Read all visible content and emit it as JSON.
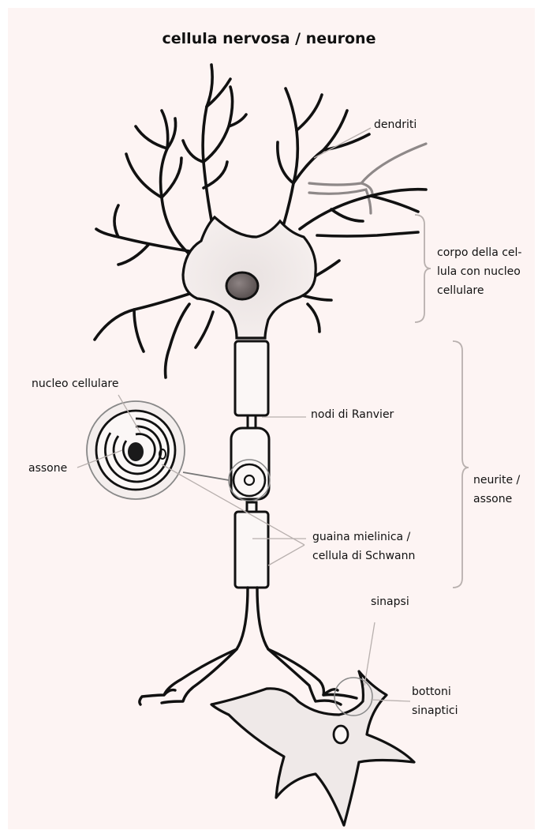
{
  "title": "cellula nervosa / neurone",
  "labels": {
    "dendriti": "dendriti",
    "corpo": [
      "corpo della cel-",
      "lula con nucleo",
      "cellulare"
    ],
    "nucleo_cellulare": "nucleo cellulare",
    "nodi_ranvier": "nodi di Ranvier",
    "assone": "assone",
    "neurite": [
      "neurite /",
      "assone"
    ],
    "guaina": [
      "guaina mielinica /",
      "cellula di Schwann"
    ],
    "sinapsi": "sinapsi",
    "bottoni": [
      "bottoni",
      "sinaptici"
    ]
  },
  "colors": {
    "background": "#fdf4f3",
    "outline": "#111111",
    "cell_fill": "#efe9e8",
    "nucleus": "#6b6161",
    "leader": "#b8b0ae"
  }
}
